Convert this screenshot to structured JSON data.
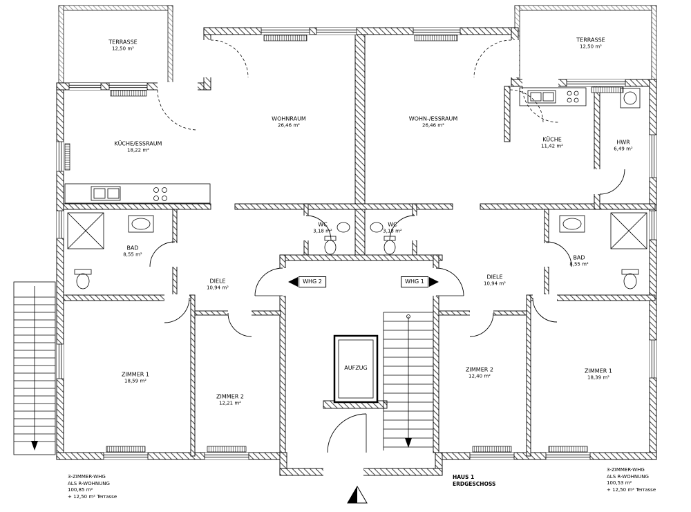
{
  "plan": {
    "rooms": {
      "terrasse_left": {
        "name": "TERRASSE",
        "area": "12,50 m²"
      },
      "kueche_essraum": {
        "name": "KÜCHE/ESSRAUM",
        "area": "18,22 m²"
      },
      "wohnraum": {
        "name": "WOHNRAUM",
        "area": "26,46 m²"
      },
      "wohn_essraum": {
        "name": "WOHN-/ESSRAUM",
        "area": "26,46 m²"
      },
      "kueche": {
        "name": "KÜCHE",
        "area": "11,42 m²"
      },
      "hwr": {
        "name": "HWR",
        "area": "6,49 m²"
      },
      "terrasse_right": {
        "name": "TERRASSE",
        "area": "12,50 m²"
      },
      "bad_left": {
        "name": "BAD",
        "area": "8,55 m²"
      },
      "wc_left": {
        "name": "WC",
        "area": "3,18 m²"
      },
      "wc_right": {
        "name": "WC",
        "area": "3,18 m²"
      },
      "bad_right": {
        "name": "BAD",
        "area": "8,55 m²"
      },
      "diele_left": {
        "name": "DIELE",
        "area": "10,94 m²"
      },
      "diele_right": {
        "name": "DIELE",
        "area": "10,94 m²"
      },
      "zimmer1_left": {
        "name": "ZIMMER 1",
        "area": "18,59 m²"
      },
      "zimmer2_left": {
        "name": "ZIMMER 2",
        "area": "12,21 m²"
      },
      "zimmer2_right": {
        "name": "ZIMMER 2",
        "area": "12,40 m²"
      },
      "zimmer1_right": {
        "name": "ZIMMER 1",
        "area": "18,39 m²"
      },
      "aufzug": {
        "name": "AUFZUG"
      }
    },
    "units": {
      "whg2": {
        "label": "WHG 2"
      },
      "whg1": {
        "label": "WHG 1"
      }
    },
    "annotations": {
      "left": [
        "3-ZIMMER-WHG",
        "ALS R-WOHNUNG",
        "100,85 m²",
        "+ 12,50 m² Terrasse"
      ],
      "title": [
        "HAUS 1",
        "ERDGESCHOSS"
      ],
      "right": [
        "3-ZIMMER-WHG",
        "ALS R-WOHNUNG",
        "100,53 m²",
        "+ 12,50 m² Terrasse"
      ]
    }
  }
}
